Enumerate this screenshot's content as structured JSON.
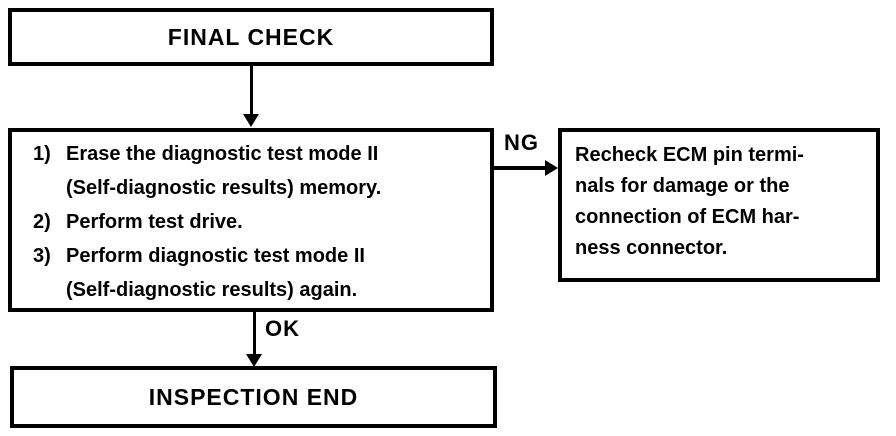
{
  "flowchart": {
    "start": {
      "label": "FINAL CHECK"
    },
    "procedure": {
      "steps": [
        {
          "num": "1)",
          "lines": [
            "Erase the diagnostic test mode II",
            "(Self-diagnostic results) memory."
          ]
        },
        {
          "num": "2)",
          "lines": [
            "Perform test drive."
          ]
        },
        {
          "num": "3)",
          "lines": [
            "Perform diagnostic test mode II",
            "(Self-diagnostic results) again."
          ]
        }
      ]
    },
    "ng_label": "NG",
    "ok_label": "OK",
    "recheck": {
      "lines": [
        "Recheck ECM pin termi-",
        "nals for damage or the",
        "connection of ECM har-",
        "ness connector."
      ]
    },
    "end": {
      "label": "INSPECTION END"
    }
  },
  "colors": {
    "ink": "#000000",
    "paper": "#ffffff"
  }
}
